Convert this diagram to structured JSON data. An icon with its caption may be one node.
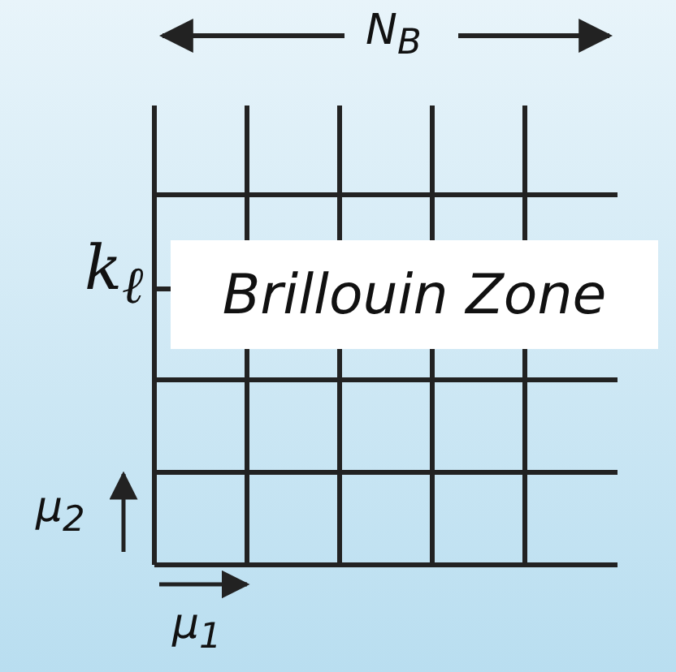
{
  "diagram": {
    "nodes": [
      {
        "text": [
          "Brillouin Zone"
        ]
      }
    ],
    "labels": [
      "N$_{B}$",
      "k$_{ℓ}$",
      "μ$_{2}$",
      "μ$_{1}$"
    ]
  }
}
